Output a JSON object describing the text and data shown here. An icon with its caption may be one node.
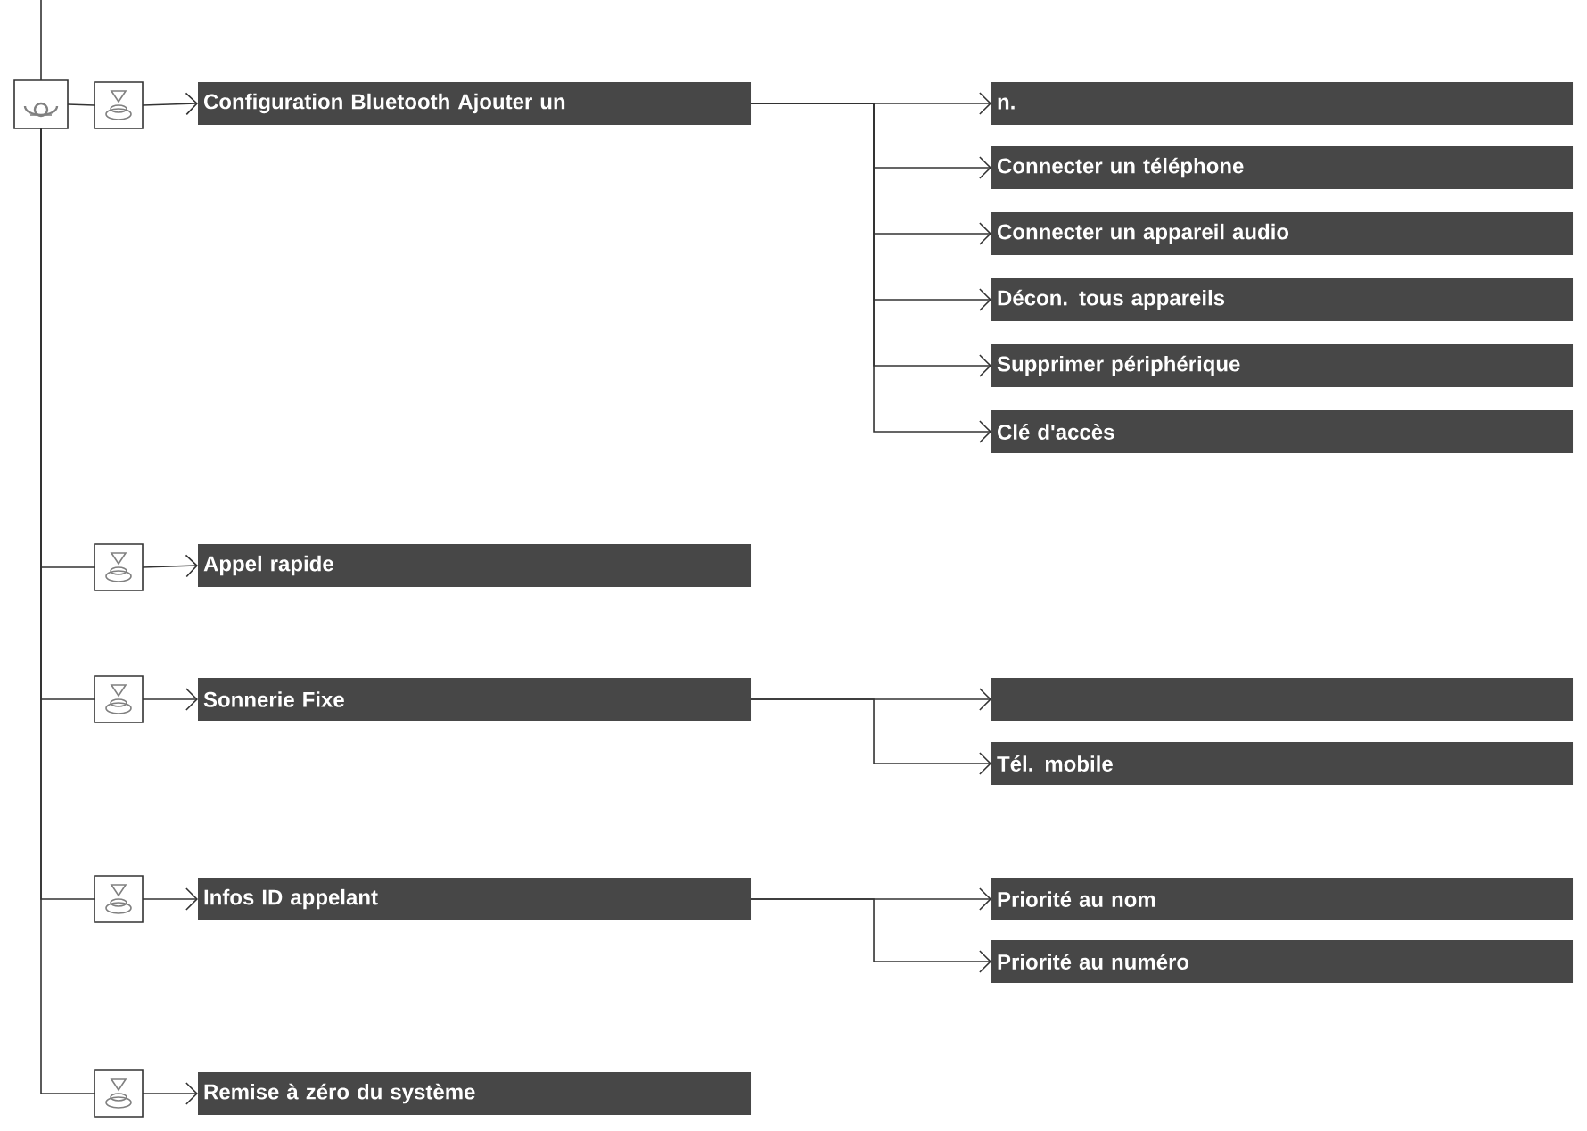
{
  "diagram": {
    "nodes": [
      {
        "text": [],
        "shape": "box"
      },
      {
        "text": [],
        "shape": "box"
      },
      {
        "text": [
          "Configuration Bluetooth Ajouter un"
        ]
      },
      {
        "text": [
          "n."
        ]
      },
      {
        "text": [
          "Connecter un téléphone"
        ]
      },
      {
        "text": [
          "Connecter un appareil audio"
        ]
      },
      {
        "text": [
          "Décon. tous appareils"
        ]
      },
      {
        "text": [
          "Supprimer périphérique"
        ]
      },
      {
        "text": [
          "Clé d'accès"
        ]
      },
      {
        "text": [],
        "shape": "box"
      },
      {
        "text": [
          "Appel rapide"
        ]
      },
      {
        "text": [],
        "shape": "box"
      },
      {
        "text": [
          "Sonnerie Fixe"
        ]
      },
      {
        "text": [],
        "shape": "bar"
      },
      {
        "text": [
          "Tél. mobile"
        ]
      },
      {
        "text": [],
        "shape": "box"
      },
      {
        "text": [
          "Infos ID appelant"
        ]
      },
      {
        "text": [
          "Priorité au nom"
        ]
      },
      {
        "text": [
          "Priorité au numéro"
        ]
      },
      {
        "text": [],
        "shape": "box"
      },
      {
        "text": [
          "Remise à zéro du système"
        ]
      }
    ],
    "edges": [
      {
        "from": null,
        "to": 0,
        "arrow": "none"
      },
      {
        "from": 0,
        "to": 1,
        "arrow": "none"
      },
      {
        "from": 1,
        "to": 2,
        "arrow": "to"
      },
      {
        "from": 2,
        "to": 3,
        "arrow": "to"
      },
      {
        "from": 2,
        "to": 4,
        "arrow": "to"
      },
      {
        "from": 2,
        "to": 5,
        "arrow": "to"
      },
      {
        "from": 2,
        "to": 6,
        "arrow": "to"
      },
      {
        "from": 2,
        "to": 7,
        "arrow": "to"
      },
      {
        "from": 2,
        "to": 8,
        "arrow": "to"
      },
      {
        "from": 0,
        "to": 9,
        "arrow": "none"
      },
      {
        "from": 9,
        "to": 10,
        "arrow": "to"
      },
      {
        "from": 0,
        "to": 11,
        "arrow": "none"
      },
      {
        "from": 11,
        "to": 12,
        "arrow": "to"
      },
      {
        "from": 12,
        "to": 13,
        "arrow": "to"
      },
      {
        "from": 12,
        "to": 14,
        "arrow": "to"
      },
      {
        "from": 0,
        "to": 15,
        "arrow": "none"
      },
      {
        "from": 15,
        "to": 16,
        "arrow": "to"
      },
      {
        "from": 16,
        "to": 17,
        "arrow": "to"
      },
      {
        "from": 16,
        "to": 18,
        "arrow": "to"
      },
      {
        "from": 0,
        "to": 19,
        "arrow": "none"
      },
      {
        "from": 19,
        "to": 20,
        "arrow": "to"
      }
    ]
  }
}
